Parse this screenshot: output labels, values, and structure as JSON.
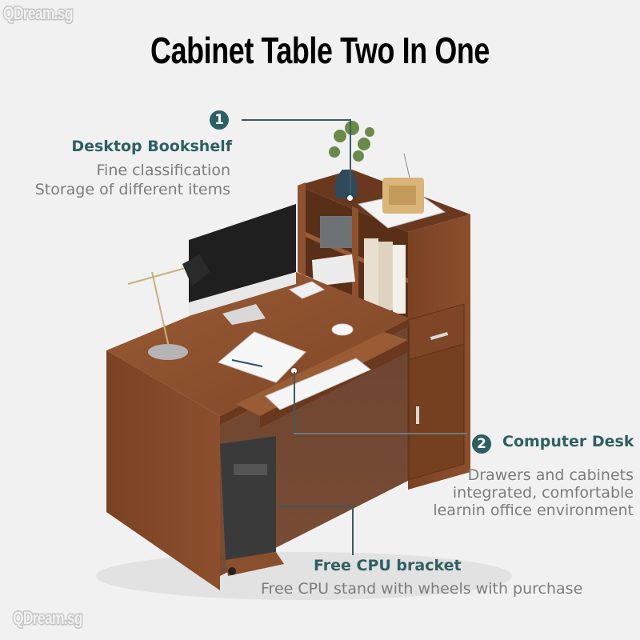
{
  "watermark": {
    "text": "QDream.sg"
  },
  "title": "Cabinet Table Two In One",
  "callouts": [
    {
      "number": "1",
      "heading": "Desktop Bookshelf",
      "lines": [
        "Fine classification",
        "Storage of different items"
      ]
    },
    {
      "number": "2",
      "heading": "Computer Desk",
      "lines": [
        "Drawers and cabinets",
        "integrated, comfortable",
        "learnin office environment"
      ]
    },
    {
      "number": "",
      "heading": "Free CPU bracket",
      "lines": [
        "Free CPU stand with wheels with purchase"
      ]
    }
  ],
  "colors": {
    "background": "#f1f1f1",
    "accent": "#2e5f63",
    "description": "#7c7c7c",
    "wood": "#8a4f2c"
  }
}
